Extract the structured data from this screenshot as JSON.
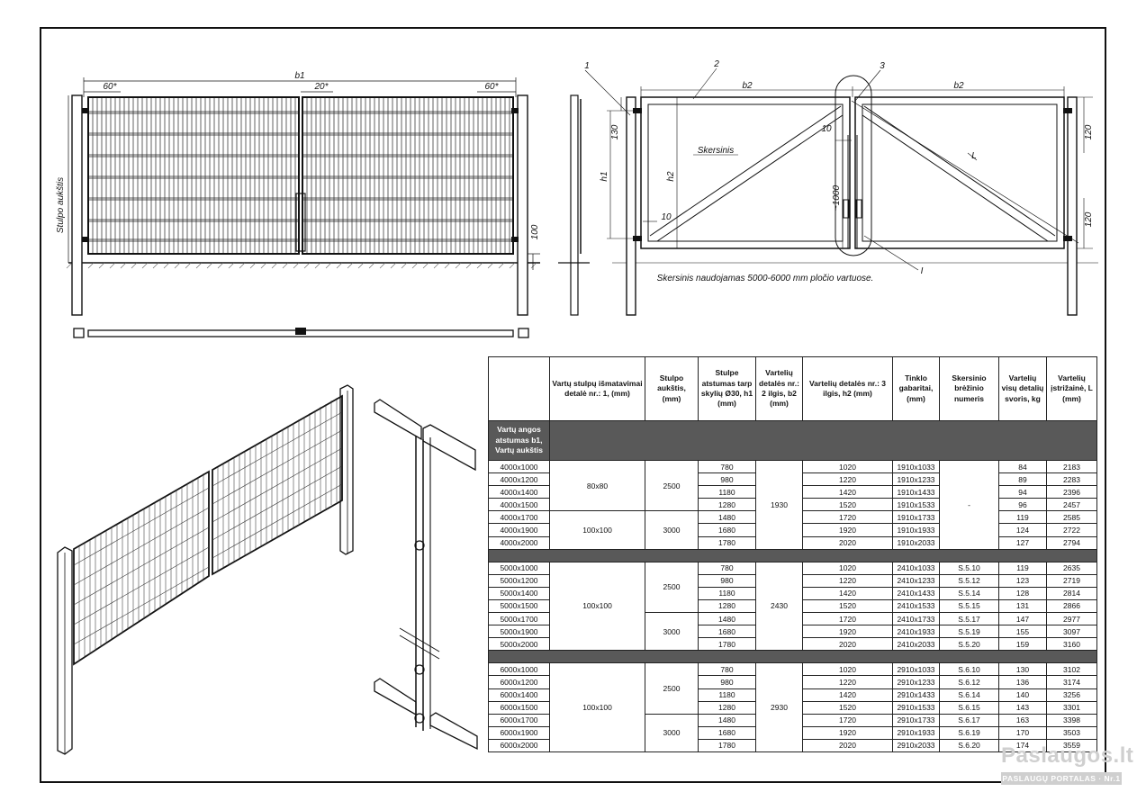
{
  "drawing": {
    "front_view": {
      "dim_overall": "b1",
      "dim_left_gap": "60*",
      "dim_middle_gap": "20*",
      "dim_right_gap": "60*",
      "post_height_label": "Stulpo aukštis",
      "ground_clearance": "100"
    },
    "frame_view": {
      "callouts": [
        "1",
        "2",
        "3"
      ],
      "dim_b2_left": "b2",
      "dim_b2_right": "b2",
      "dim_h1": "h1",
      "dim_h2": "h2",
      "dim_130": "130",
      "dim_10_upper": "10",
      "dim_10_lower": "10",
      "dim_1000": "~1000",
      "dim_120_upper": "120",
      "dim_120_lower": "120",
      "diagonal_label": "L",
      "brace_label": "Skersinis",
      "detail_label": "I",
      "note": "Skersinis naudojamas 5000-6000 mm pločio vartuose."
    }
  },
  "table": {
    "headers": [
      "",
      "Vartų stulpų išmatavimai detalė nr.: 1, (mm)",
      "Stulpo aukštis, (mm)",
      "Stulpe atstumas tarp skylių Ø30, h1 (mm)",
      "Vartelių detalės nr.: 2 ilgis, b2 (mm)",
      "Vartelių detalės nr.: 3 ilgis, h2 (mm)",
      "Tinklo gabaritai, (mm)",
      "Skersinio brėžinio numeris",
      "Vartelių visų detalių svoris, kg",
      "Vartelių įstrižainė, L (mm)"
    ],
    "group_label": "Vartų angos atstumas b1, Vartų aukštis",
    "groups": [
      {
        "posts": [
          {
            "value": "80x80",
            "span": 4
          },
          {
            "value": "100x100",
            "span": 3
          }
        ],
        "heights": [
          {
            "value": "2500",
            "span": 4
          },
          {
            "value": "3000",
            "span": 3
          }
        ],
        "b2": "1930",
        "crossbar_merged": "-",
        "rows": [
          {
            "size": "4000x1000",
            "h1": "780",
            "h2": "1020",
            "mesh": "1910x1033",
            "weight": "84",
            "L": "2183"
          },
          {
            "size": "4000x1200",
            "h1": "980",
            "h2": "1220",
            "mesh": "1910x1233",
            "weight": "89",
            "L": "2283"
          },
          {
            "size": "4000x1400",
            "h1": "1180",
            "h2": "1420",
            "mesh": "1910x1433",
            "weight": "94",
            "L": "2396"
          },
          {
            "size": "4000x1500",
            "h1": "1280",
            "h2": "1520",
            "mesh": "1910x1533",
            "weight": "96",
            "L": "2457"
          },
          {
            "size": "4000x1700",
            "h1": "1480",
            "h2": "1720",
            "mesh": "1910x1733",
            "weight": "119",
            "L": "2585"
          },
          {
            "size": "4000x1900",
            "h1": "1680",
            "h2": "1920",
            "mesh": "1910x1933",
            "weight": "124",
            "L": "2722"
          },
          {
            "size": "4000x2000",
            "h1": "1780",
            "h2": "2020",
            "mesh": "1910x2033",
            "weight": "127",
            "L": "2794"
          }
        ]
      },
      {
        "posts": [
          {
            "value": "100x100",
            "span": 7
          }
        ],
        "heights": [
          {
            "value": "2500",
            "span": 4
          },
          {
            "value": "3000",
            "span": 3
          }
        ],
        "b2": "2430",
        "rows": [
          {
            "size": "5000x1000",
            "h1": "780",
            "h2": "1020",
            "mesh": "2410x1033",
            "crossbar": "S.5.10",
            "weight": "119",
            "L": "2635"
          },
          {
            "size": "5000x1200",
            "h1": "980",
            "h2": "1220",
            "mesh": "2410x1233",
            "crossbar": "S.5.12",
            "weight": "123",
            "L": "2719"
          },
          {
            "size": "5000x1400",
            "h1": "1180",
            "h2": "1420",
            "mesh": "2410x1433",
            "crossbar": "S.5.14",
            "weight": "128",
            "L": "2814"
          },
          {
            "size": "5000x1500",
            "h1": "1280",
            "h2": "1520",
            "mesh": "2410x1533",
            "crossbar": "S.5.15",
            "weight": "131",
            "L": "2866"
          },
          {
            "size": "5000x1700",
            "h1": "1480",
            "h2": "1720",
            "mesh": "2410x1733",
            "crossbar": "S.5.17",
            "weight": "147",
            "L": "2977"
          },
          {
            "size": "5000x1900",
            "h1": "1680",
            "h2": "1920",
            "mesh": "2410x1933",
            "crossbar": "S.5.19",
            "weight": "155",
            "L": "3097"
          },
          {
            "size": "5000x2000",
            "h1": "1780",
            "h2": "2020",
            "mesh": "2410x2033",
            "crossbar": "S.5.20",
            "weight": "159",
            "L": "3160"
          }
        ]
      },
      {
        "posts": [
          {
            "value": "100x100",
            "span": 7
          }
        ],
        "heights": [
          {
            "value": "2500",
            "span": 4
          },
          {
            "value": "3000",
            "span": 3
          }
        ],
        "b2": "2930",
        "rows": [
          {
            "size": "6000x1000",
            "h1": "780",
            "h2": "1020",
            "mesh": "2910x1033",
            "crossbar": "S.6.10",
            "weight": "130",
            "L": "3102"
          },
          {
            "size": "6000x1200",
            "h1": "980",
            "h2": "1220",
            "mesh": "2910x1233",
            "crossbar": "S.6.12",
            "weight": "136",
            "L": "3174"
          },
          {
            "size": "6000x1400",
            "h1": "1180",
            "h2": "1420",
            "mesh": "2910x1433",
            "crossbar": "S.6.14",
            "weight": "140",
            "L": "3256"
          },
          {
            "size": "6000x1500",
            "h1": "1280",
            "h2": "1520",
            "mesh": "2910x1533",
            "crossbar": "S.6.15",
            "weight": "143",
            "L": "3301"
          },
          {
            "size": "6000x1700",
            "h1": "1480",
            "h2": "1720",
            "mesh": "2910x1733",
            "crossbar": "S.6.17",
            "weight": "163",
            "L": "3398"
          },
          {
            "size": "6000x1900",
            "h1": "1680",
            "h2": "1920",
            "mesh": "2910x1933",
            "crossbar": "S.6.19",
            "weight": "170",
            "L": "3503"
          },
          {
            "size": "6000x2000",
            "h1": "1780",
            "h2": "2020",
            "mesh": "2910x2033",
            "crossbar": "S.6.20",
            "weight": "174",
            "L": "3559"
          }
        ]
      }
    ]
  },
  "watermark": {
    "brand": "Paslaugos.lt",
    "tagline": "PASLAUGŲ PORTALAS · Nr.1"
  }
}
